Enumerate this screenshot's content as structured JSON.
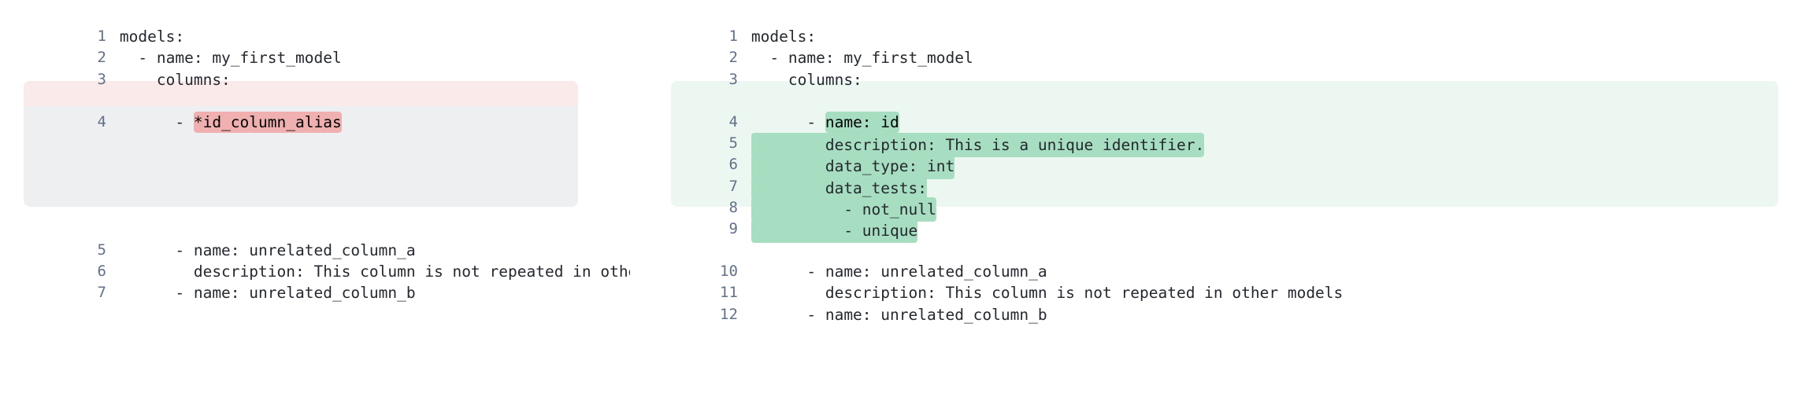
{
  "diff": {
    "kind": "side-by-side-yaml-diff",
    "colors": {
      "removed_block_bg": "#fbeaea",
      "removed_filler_bg": "#eeeff0",
      "removed_inline_hl": "#f1b0b0",
      "added_block_bg": "#ecf7f1",
      "added_inline_hl": "#a7ddc0",
      "line_number": "#62708a",
      "code_text": "#24292f",
      "page_bg": "#ffffff"
    },
    "left_pane": {
      "name": "before",
      "lines": [
        {
          "number": "1",
          "prefix": "",
          "text": "models:",
          "highlight": "none"
        },
        {
          "number": "2",
          "prefix": "",
          "text": "  - name: my_first_model",
          "highlight": "none"
        },
        {
          "number": "3",
          "prefix": "",
          "text": "    columns:",
          "highlight": "none"
        },
        {
          "number": "4",
          "prefix": "      - ",
          "text": "*id_column_alias",
          "highlight": "removed"
        },
        {
          "number": "",
          "prefix": "",
          "text": "",
          "highlight": "filler"
        },
        {
          "number": "",
          "prefix": "",
          "text": "",
          "highlight": "filler"
        },
        {
          "number": "",
          "prefix": "",
          "text": "",
          "highlight": "filler"
        },
        {
          "number": "",
          "prefix": "",
          "text": "",
          "highlight": "filler"
        },
        {
          "number": "",
          "prefix": "",
          "text": "",
          "highlight": "spacer"
        },
        {
          "number": "5",
          "prefix": "",
          "text": "      - name: unrelated_column_a",
          "highlight": "none"
        },
        {
          "number": "6",
          "prefix": "",
          "text": "        description: This column is not repeated in other models",
          "highlight": "none"
        },
        {
          "number": "7",
          "prefix": "",
          "text": "      - name: unrelated_column_b",
          "highlight": "none"
        }
      ]
    },
    "right_pane": {
      "name": "after",
      "lines": [
        {
          "number": "1",
          "prefix": "",
          "text": "models:",
          "highlight": "none"
        },
        {
          "number": "2",
          "prefix": "",
          "text": "  - name: my_first_model",
          "highlight": "none"
        },
        {
          "number": "3",
          "prefix": "",
          "text": "    columns:",
          "highlight": "none"
        },
        {
          "number": "4",
          "prefix": "      - ",
          "text": "name: id",
          "highlight": "added"
        },
        {
          "number": "5",
          "prefix": "",
          "text": "        description: This is a unique identifier.",
          "highlight": "added"
        },
        {
          "number": "6",
          "prefix": "",
          "text": "        data_type: int",
          "highlight": "added"
        },
        {
          "number": "7",
          "prefix": "",
          "text": "        data_tests:",
          "highlight": "added"
        },
        {
          "number": "8",
          "prefix": "",
          "text": "          - not_null",
          "highlight": "added"
        },
        {
          "number": "9",
          "prefix": "",
          "text": "          - unique",
          "highlight": "added"
        },
        {
          "number": "",
          "prefix": "",
          "text": "",
          "highlight": "spacer"
        },
        {
          "number": "10",
          "prefix": "",
          "text": "      - name: unrelated_column_a",
          "highlight": "none"
        },
        {
          "number": "11",
          "prefix": "",
          "text": "        description: This column is not repeated in other models",
          "highlight": "none"
        },
        {
          "number": "12",
          "prefix": "",
          "text": "      - name: unrelated_column_b",
          "highlight": "none"
        }
      ]
    }
  }
}
